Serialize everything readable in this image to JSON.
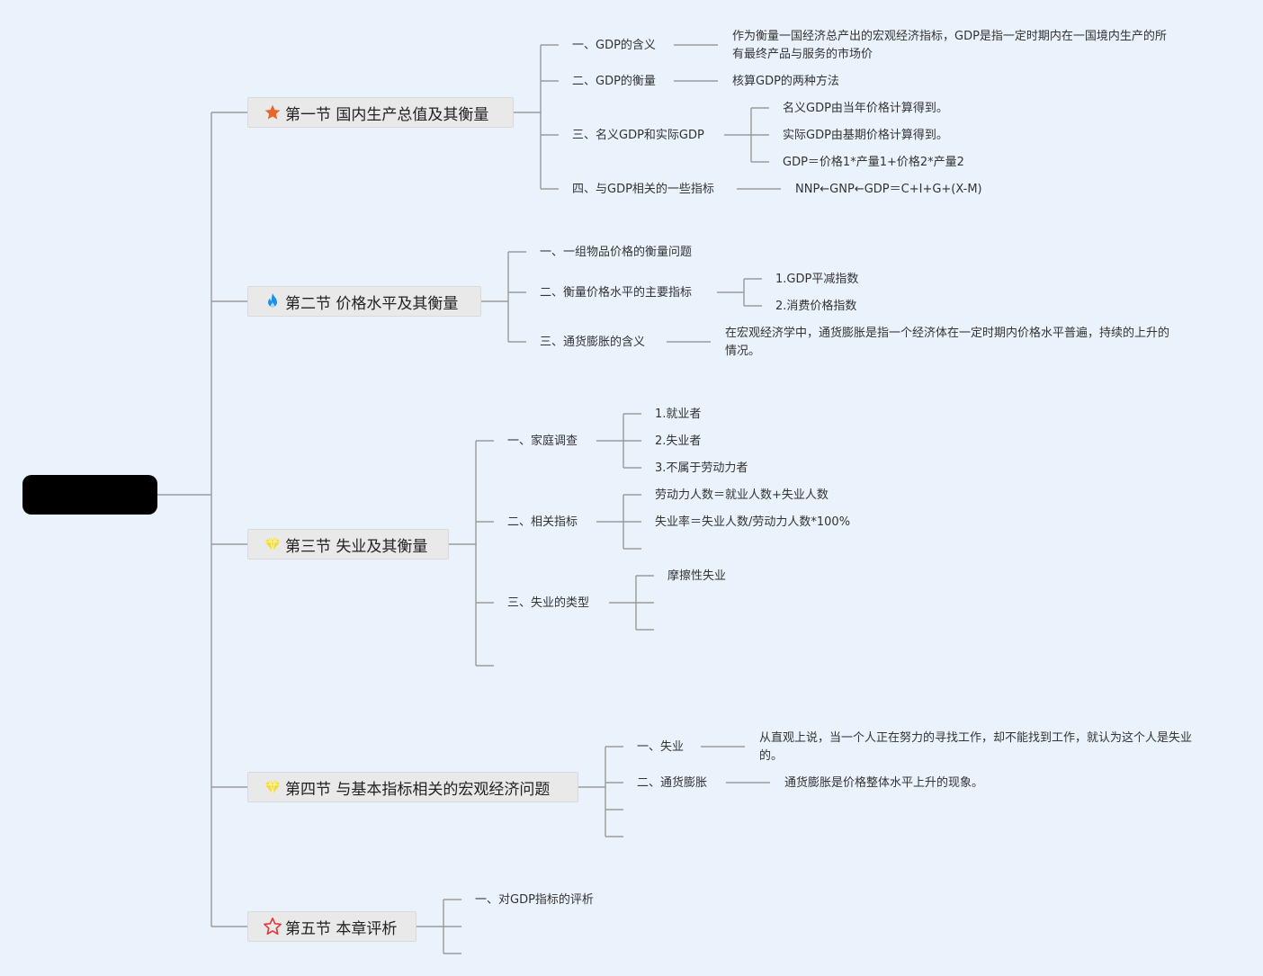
{
  "colors": {
    "background": "#eaf2fb",
    "root": "#000000",
    "section_bg": "#e9e9e9",
    "line": "#9a9a9a",
    "star_orange": "#e8652c",
    "flame_blue": "#1e90e6",
    "gem_yellow": "#f2dc46",
    "star_red_outline": "#e4393c"
  },
  "sections": [
    {
      "icon": "orange-star-icon",
      "label": "第一节 国内生产总值及其衡量",
      "children": [
        {
          "label": "一、GDP的含义",
          "note": "作为衡量一国经济总产出的宏观经济指标，GDP是指一定时期内在一国境内生产的所有最终产品与服务的市场价"
        },
        {
          "label": "二、GDP的衡量",
          "note": "核算GDP的两种方法"
        },
        {
          "label": "三、名义GDP和实际GDP",
          "children": [
            "名义GDP由当年价格计算得到。",
            "实际GDP由基期价格计算得到。",
            "GDP＝价格1*产量1+价格2*产量2"
          ]
        },
        {
          "label": "四、与GDP相关的一些指标",
          "note": "NNP←GNP←GDP＝C+I+G+(X-M)"
        }
      ]
    },
    {
      "icon": "blue-flame-icon",
      "label": "第二节 价格水平及其衡量",
      "children": [
        {
          "label": "一、一组物品价格的衡量问题"
        },
        {
          "label": "二、衡量价格水平的主要指标",
          "children": [
            "1.GDP平减指数",
            "2.消费价格指数"
          ]
        },
        {
          "label": "三、通货膨胀的含义",
          "note": "在宏观经济学中，通货膨胀是指一个经济体在一定时期内价格水平普遍，持续的上升的情况。"
        }
      ]
    },
    {
      "icon": "yellow-gem-icon",
      "label": "第三节 失业及其衡量",
      "children": [
        {
          "label": "一、家庭调查",
          "children": [
            "1.就业者",
            "2.失业者",
            "3.不属于劳动力者"
          ]
        },
        {
          "label": "二、相关指标",
          "children": [
            "劳动力人数＝就业人数+失业人数",
            "失业率＝失业人数/劳动力人数*100%"
          ]
        },
        {
          "label": "三、失业的类型",
          "children": [
            "摩擦性失业"
          ]
        }
      ]
    },
    {
      "icon": "yellow-gem-icon",
      "label": "第四节 与基本指标相关的宏观经济问题",
      "children": [
        {
          "label": "一、失业",
          "note": "从直观上说，当一个人正在努力的寻找工作，却不能找到工作，就认为这个人是失业的。"
        },
        {
          "label": "二、通货膨胀",
          "note": "通货膨胀是价格整体水平上升的现象。"
        }
      ]
    },
    {
      "icon": "red-outline-star-icon",
      "label": "第五节 本章评析",
      "children": [
        {
          "label": "一、对GDP指标的评析"
        }
      ]
    }
  ]
}
